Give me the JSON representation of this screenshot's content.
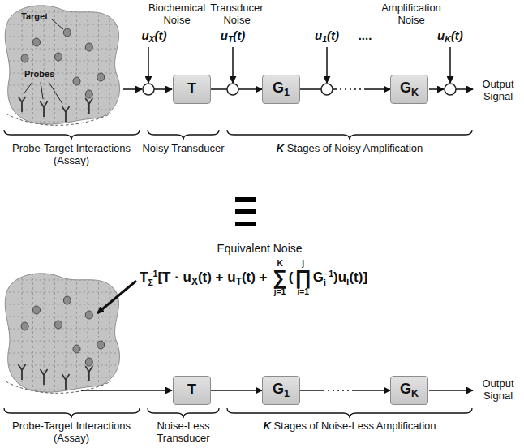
{
  "diagram": {
    "nodes": [
      {
        "text": [
          "T"
        ]
      },
      {
        "text": [
          "G1"
        ]
      },
      {
        "text": [
          "GK"
        ]
      },
      {
        "text": [
          "T"
        ]
      },
      {
        "text": [
          "G1"
        ]
      },
      {
        "text": [
          "GK"
        ]
      }
    ],
    "edges": [
      {
        "from": 0,
        "to": 1,
        "arrow": "to"
      },
      {
        "from": 1,
        "to": 2,
        "arrow": "to"
      },
      {
        "from": 3,
        "to": 4,
        "arrow": "to"
      },
      {
        "from": 4,
        "to": 5,
        "arrow": "to"
      }
    ],
    "labels": [
      "Target",
      "Probes",
      "Biochemical Noise",
      "uX(t)",
      "Transducer Noise",
      "uT(t)",
      "Amplification Noise",
      "u1(t)",
      "....",
      "uK(t)",
      "Output Signal",
      "Probe-Target Interactions (Assay)",
      "Noisy Transducer",
      "K Stages of Noisy Amplification",
      "Equivalent Noise",
      "TΣ−1[T · uX(t) + uT(t) + ∑j=1K(∏i=1jGi−1)ui(t)]",
      "Output Signal",
      "Probe-Target Interactions (Assay)",
      "Noise-Less Transducer",
      "K Stages of Noise-Less Amplification"
    ]
  }
}
